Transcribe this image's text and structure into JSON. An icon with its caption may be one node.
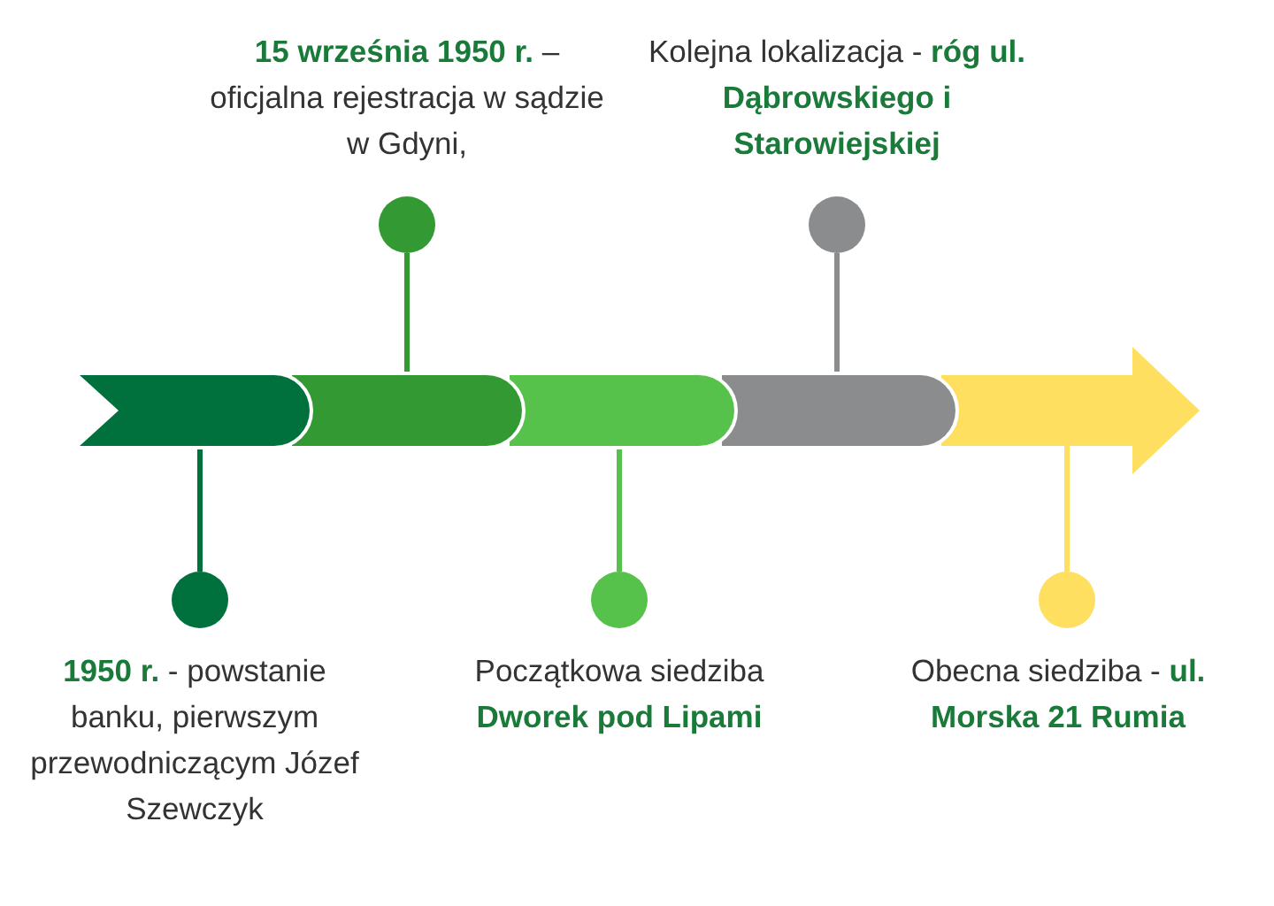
{
  "diagram": {
    "nodes": [
      {
        "text": [],
        "shape": "bar"
      },
      {
        "text": [],
        "shape": "bar"
      },
      {
        "text": [],
        "shape": "bar"
      },
      {
        "text": [],
        "shape": "bar"
      },
      {
        "text": [],
        "shape": "arrow"
      },
      {
        "text": [],
        "shape": "circle",
        "beside": [
          "**1950 r.** - powstanie banku, pierwszym przewodniczącym Józef Szewczyk"
        ]
      },
      {
        "text": [],
        "shape": "circle",
        "beside": [
          "**15 września 1950 r.** – oficjalna rejestracja w sądzie w Gdyni,"
        ]
      },
      {
        "text": [],
        "shape": "circle",
        "beside": [
          "Początkowa siedziba **Dworek pod Lipami**"
        ]
      },
      {
        "text": [],
        "shape": "circle",
        "beside": [
          "Kolejna lokalizacja - **róg ul. Dąbrowskiego i Starowiejskiej**"
        ]
      },
      {
        "text": [],
        "shape": "circle",
        "beside": [
          "Obecna siedziba - **ul. Morska 21 Rumia**"
        ]
      }
    ],
    "edges": [
      {
        "from": 0,
        "to": 5,
        "arrow": "none",
        "color": "#00703c"
      },
      {
        "from": 1,
        "to": 6,
        "arrow": "none",
        "color": "#339a33"
      },
      {
        "from": 2,
        "to": 7,
        "arrow": "none",
        "color": "#57c24b"
      },
      {
        "from": 3,
        "to": 8,
        "arrow": "none",
        "color": "#8a8c8e"
      },
      {
        "from": 4,
        "to": 9,
        "arrow": "none",
        "color": "#ffdf5f"
      }
    ]
  }
}
